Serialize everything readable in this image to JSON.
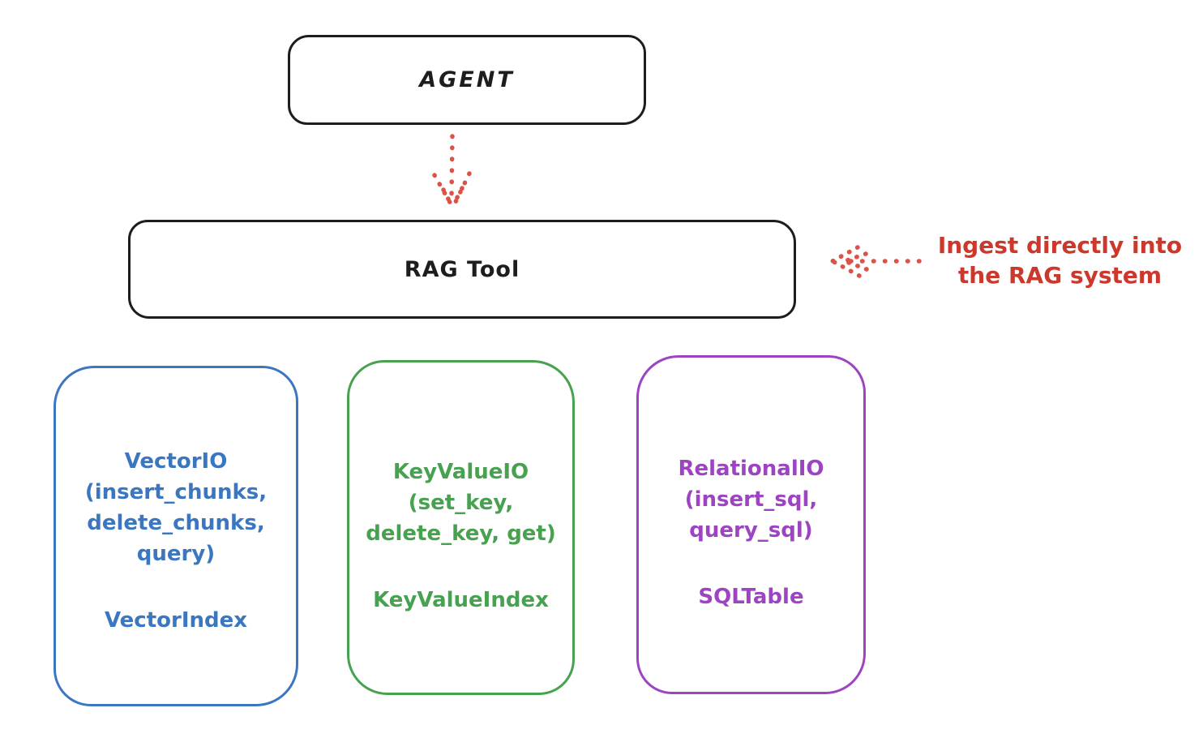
{
  "agent_box": {
    "label": "AGENT"
  },
  "rag_tool_box": {
    "label": "RAG Tool"
  },
  "annotation": {
    "line1": "Ingest directly into",
    "line2": "the RAG system"
  },
  "cards": [
    {
      "name": "vector-io",
      "lines": [
        "VectorIO",
        "(insert_chunks,",
        "delete_chunks,",
        "query)"
      ],
      "index_label": "VectorIndex",
      "color": "#3b76c0"
    },
    {
      "name": "key-value-io",
      "lines": [
        "KeyValueIO",
        "(set_key,",
        "delete_key, get)"
      ],
      "index_label": "KeyValueIndex",
      "color": "#46a24e"
    },
    {
      "name": "relational-io",
      "lines": [
        "RelationalIO",
        "(insert_sql,",
        "query_sql)"
      ],
      "index_label": "SQLTable",
      "color": "#9d44c3"
    }
  ],
  "colors": {
    "outline_black": "#1d1d1d",
    "annotation_red": "#cc382c",
    "arrow_red": "#dd5246"
  }
}
